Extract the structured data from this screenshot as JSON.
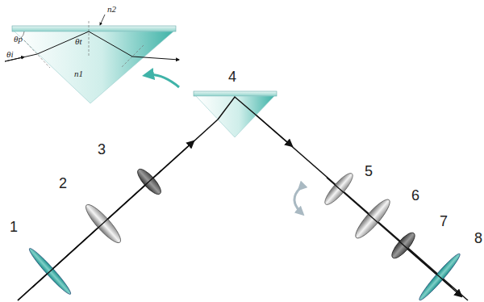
{
  "diagram": {
    "labels": [
      "1",
      "2",
      "3",
      "4",
      "5",
      "6",
      "7",
      "8",
      "n2",
      "θp",
      "θt",
      "θi",
      "n1"
    ]
  }
}
